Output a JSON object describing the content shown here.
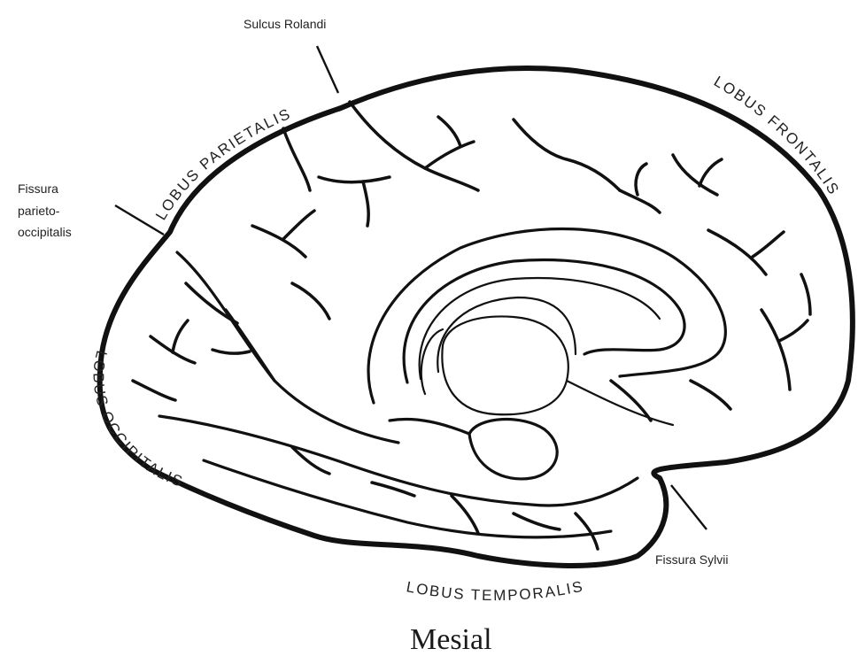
{
  "labels": {
    "sulcus_rolandi": "Sulcus Rolandi",
    "fissura_po_line1": "Fissura",
    "fissura_po_line2": "parieto-",
    "fissura_po_line3": "occipitalis",
    "fissura_sylvii": "Fissura Sylvii"
  },
  "lobes": {
    "parietalis": "LOBUS PARIETALIS",
    "frontalis": "LOBUS FRONTALIS",
    "occipitalis": "LOBUS OCCIPITALIS",
    "temporalis": "LOBUS TEMPORALIS"
  },
  "caption": "Mesial"
}
